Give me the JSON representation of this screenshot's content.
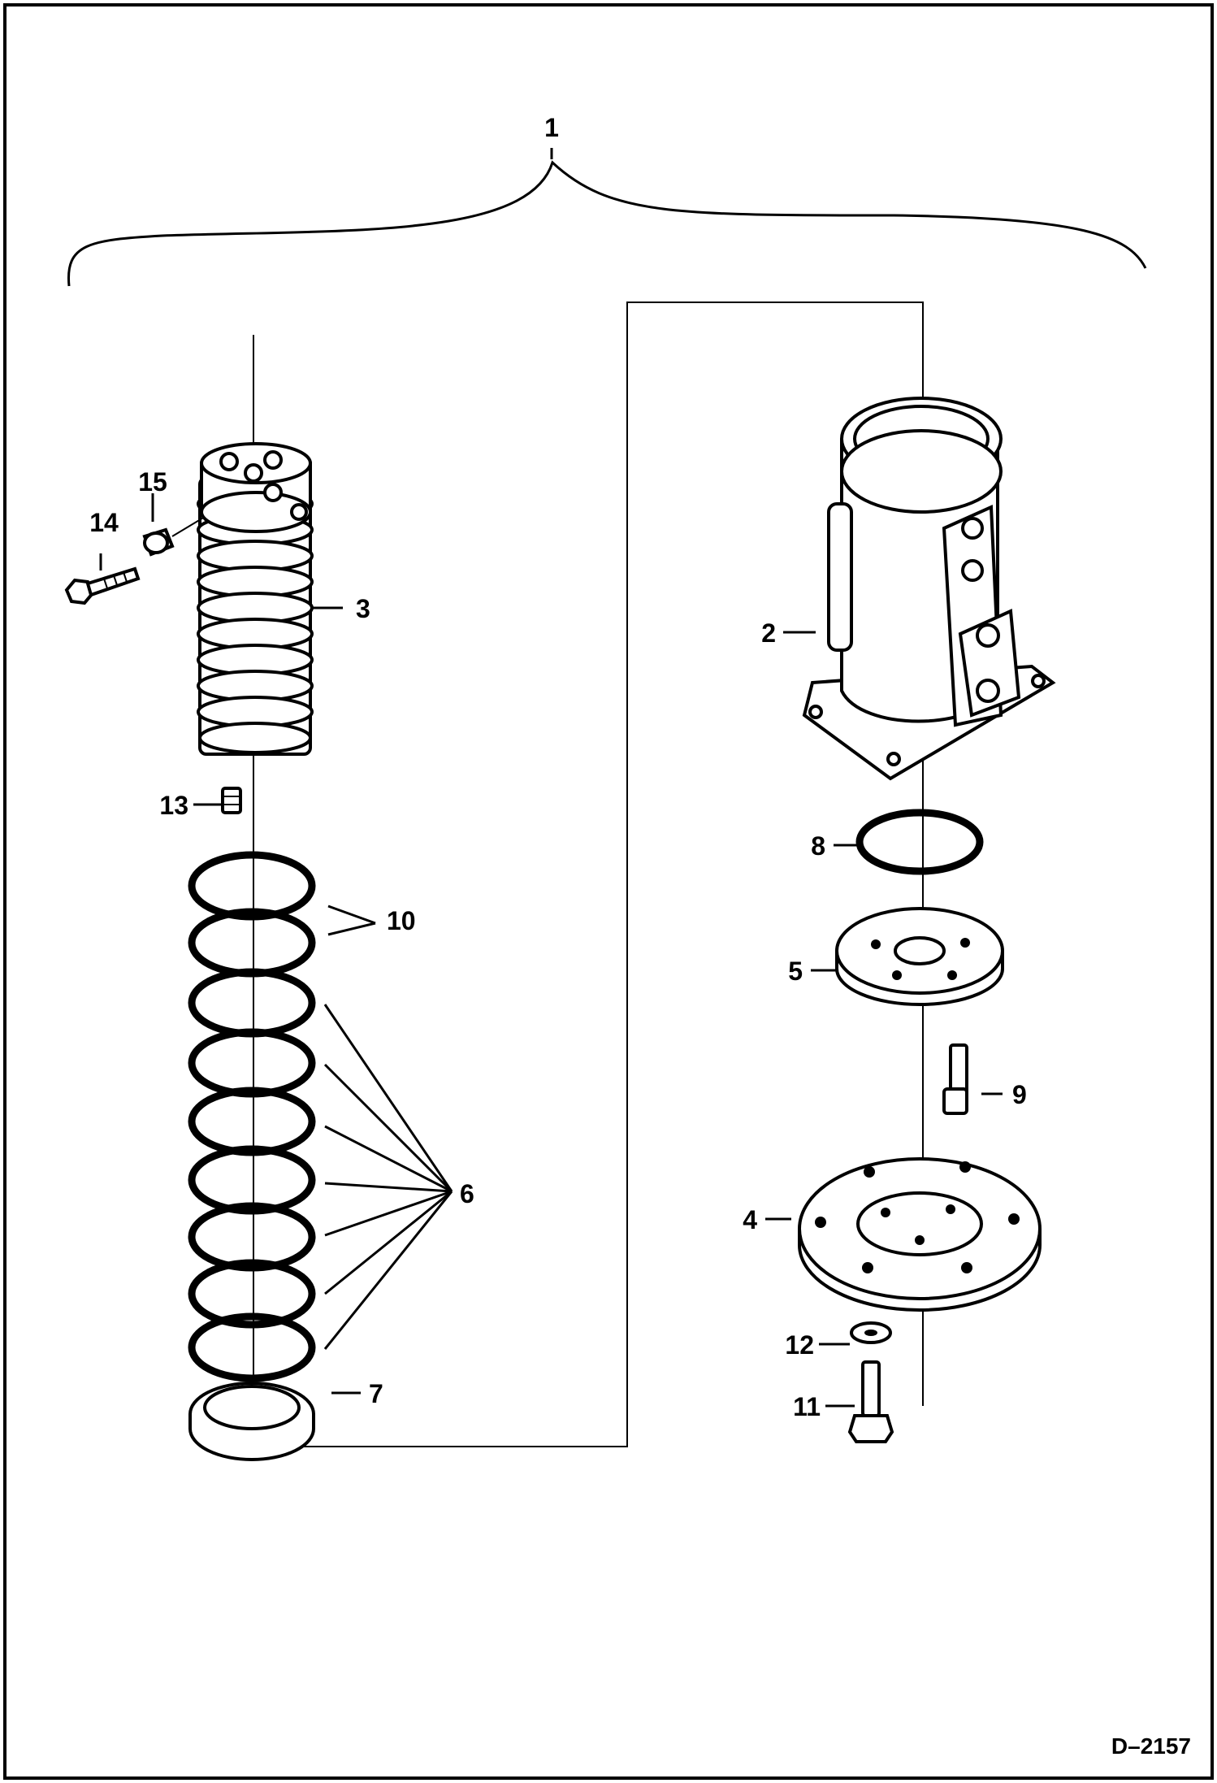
{
  "diagram": {
    "callouts": {
      "assembly": "1",
      "housing": "2",
      "spool": "3",
      "flange": "4",
      "retainer_plate": "5",
      "seal_rings": "6",
      "ring_seal_bottom": "7",
      "o_ring": "8",
      "plate_bolt": "9",
      "o_rings": "10",
      "flange_bolt": "11",
      "washer": "12",
      "plug": "13",
      "bolt": "14",
      "fitting": "15"
    },
    "drawing_code": "D–2157"
  }
}
